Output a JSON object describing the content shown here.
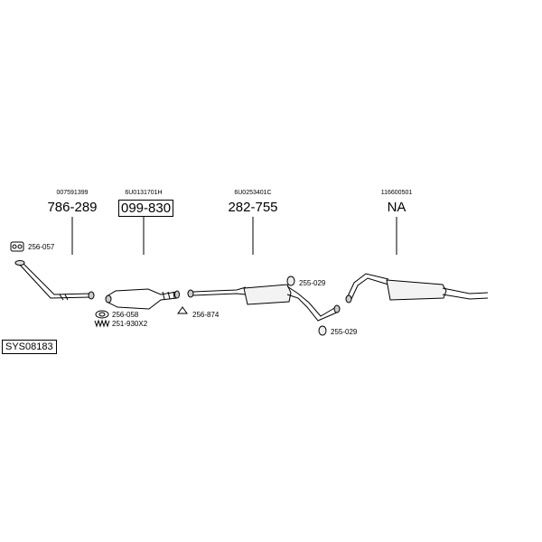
{
  "parts": [
    {
      "oem": "007591399",
      "number": "786-289"
    },
    {
      "oem": "6U0131701H",
      "number": "099-830"
    },
    {
      "oem": "6U0253401C",
      "number": "282-755"
    },
    {
      "oem": "116600501",
      "number": "NA"
    }
  ],
  "small_parts": {
    "p1": "256-057",
    "p2": "256-058",
    "p3": "251-930X2",
    "p4": "256-874",
    "p5": "255-029",
    "p6": "255-029"
  },
  "system_code": "SYS08183"
}
